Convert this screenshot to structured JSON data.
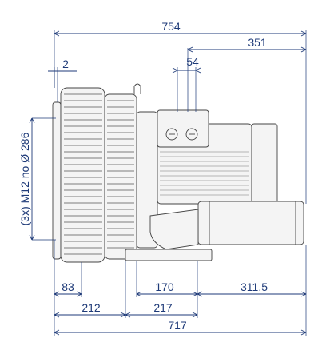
{
  "drawing": {
    "dimensions": {
      "overall_top": "754",
      "motor_offset": "351",
      "terminal_box": "54",
      "flange_gap": "2",
      "thread_note": "(3x) M12 no Ø 286",
      "left_base": "83",
      "base_width": "170",
      "outlet_length": "311,5",
      "left_to_base": "212",
      "base_span": "217",
      "overall_bottom": "717"
    },
    "colors": {
      "dimension": "#1e3a78",
      "outline": "#444444"
    }
  }
}
